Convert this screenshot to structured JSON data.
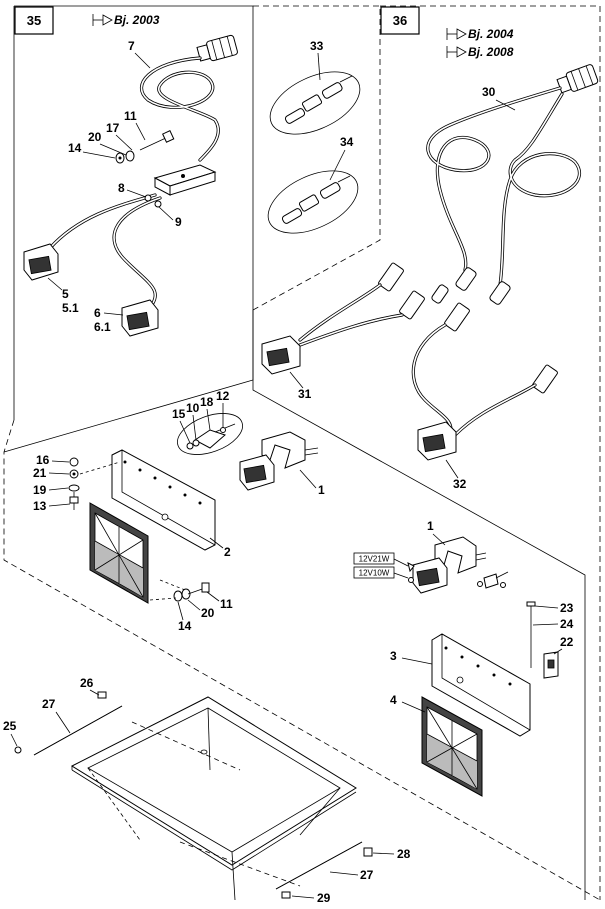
{
  "sections": [
    {
      "id": "35",
      "revision": "Bj. 2003"
    },
    {
      "id": "36",
      "revisions": [
        "Bj. 2004",
        "Bj. 2008"
      ]
    }
  ],
  "bulb_labels": [
    "12V21W",
    "12V10W"
  ],
  "part_numbers": {
    "p7": "7",
    "p11a": "11",
    "p17": "17",
    "p20a": "20",
    "p14a": "14",
    "p8": "8",
    "p9": "9",
    "p5": "5",
    "p5_1": "5.1",
    "p6": "6",
    "p6_1": "6.1",
    "p33": "33",
    "p34": "34",
    "p30": "30",
    "p31": "31",
    "p32": "32",
    "p15": "15",
    "p10": "10",
    "p18": "18",
    "p12": "12",
    "p16": "16",
    "p21": "21",
    "p19": "19",
    "p13": "13",
    "p1a": "1",
    "p2": "2",
    "p20b": "20",
    "p11b": "11",
    "p14b": "14",
    "p1b": "1",
    "p23": "23",
    "p24": "24",
    "p22": "22",
    "p3": "3",
    "p4": "4",
    "p26": "26",
    "p27a": "27",
    "p25": "25",
    "p28": "28",
    "p27b": "27",
    "p29": "29"
  }
}
